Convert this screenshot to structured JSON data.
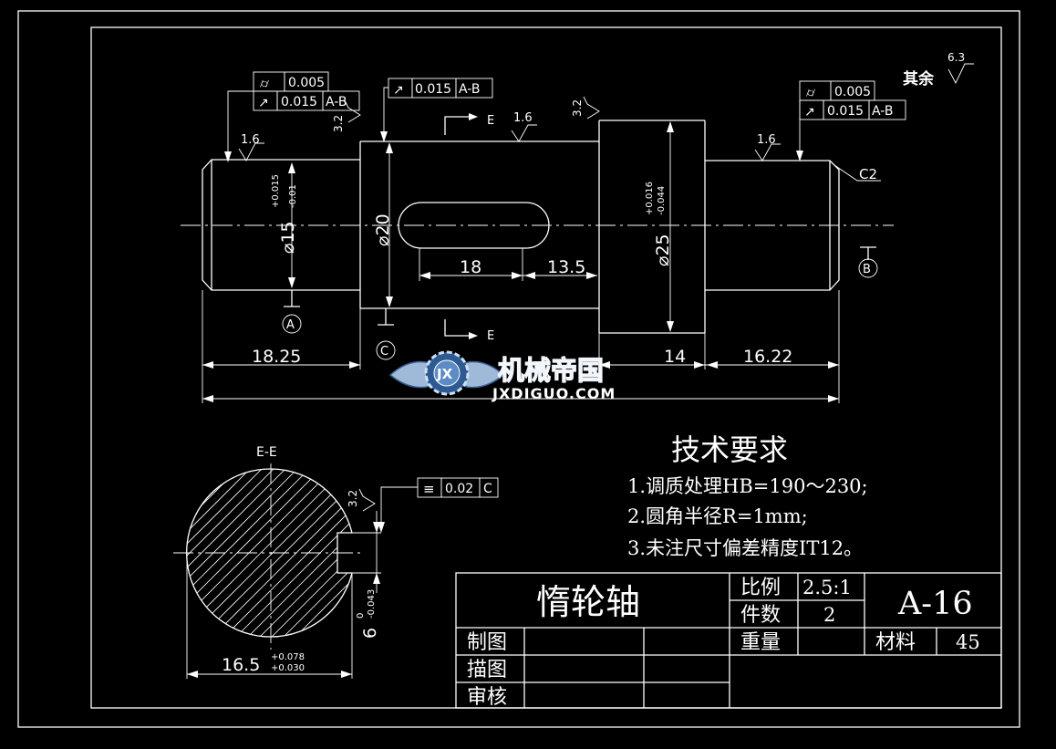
{
  "views": {
    "main": {
      "dims": {
        "d15": "⌀15",
        "d15_tol_up": "+0.015",
        "d15_tol_low": "-0.01",
        "d20": "⌀20",
        "d25": "⌀25",
        "d25_tol_up": "+0.016",
        "d25_tol_low": "-0.044",
        "key_len": "18",
        "key_pos": "13.5",
        "left_len": "18.25",
        "mid_len": "14",
        "right_len": "16.22",
        "chamfer": "C2"
      },
      "datums": {
        "a": "A",
        "b": "B",
        "c": "C"
      },
      "section_mark": "E",
      "roughness": {
        "r16": "1.6",
        "r32": "3.2",
        "other_label": "其余",
        "other_value": "6.3"
      },
      "fcf": {
        "left_row1_value": "0.005",
        "left_row2_value": "0.015",
        "left_row2_datum": "A-B",
        "top_value": "0.015",
        "top_datum": "A-B",
        "right_row1_value": "0.005",
        "right_row2_value": "0.015",
        "right_row2_datum": "A-B"
      }
    },
    "section": {
      "title": "E-E",
      "width_dim": "16.5",
      "width_tol_up": "+0.078",
      "width_tol_low": "+0.030",
      "depth_dim": "6",
      "depth_tol_up": "0",
      "depth_tol_low": "-0.043",
      "roughness": "3.2",
      "sym_symbol": "≡",
      "sym_value": "0.02",
      "sym_datum": "C"
    }
  },
  "watermark": {
    "badge": "JX",
    "name": "机械帝国",
    "url": "JXDIGUO.COM"
  },
  "requirements": {
    "title": "技术要求",
    "items": [
      "1.调质处理HB=190～230;",
      "2.圆角半径R=1mm;",
      "3.未注尺寸偏差精度IT12。"
    ]
  },
  "title_block": {
    "part_name": "惰轮轴",
    "scale_label": "比例",
    "scale_value": "2.5:1",
    "qty_label": "件数",
    "qty_value": "2",
    "weight_label": "重量",
    "weight_value": "",
    "drawing_no": "A-16",
    "material_label": "材料",
    "material_value": "45",
    "drawn_label": "制图",
    "traced_label": "描图",
    "checked_label": "审核"
  }
}
